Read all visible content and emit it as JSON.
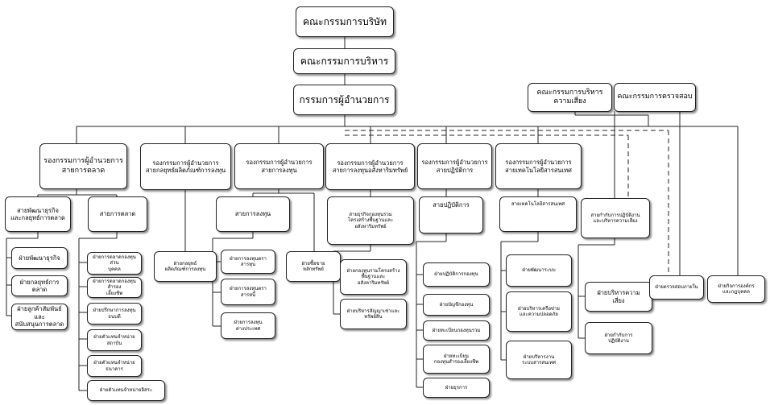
{
  "org": {
    "board": "คณะกรรมการบริษัท",
    "exec_committee": "คณะกรรมการบริหาร",
    "md": "กรรมการผู้อำนวยการ",
    "risk_committee": "คณะกรรมการบริหาร\nความเสี่ยง",
    "audit_committee": "คณะกรรมการตรวจสอบ",
    "compliance_risk_dept": "สายกำกับการปฏิบัติงาน\nและบริหารความเสี่ยง",
    "risk_mgmt_unit": "ฝ่ายบริหารความ\nเสี่ยง",
    "compliance_unit": "ฝ่ายกำกับการ\nปฏิบัติงาน",
    "internal_audit": "ฝ่ายตรวจสอบภายใน",
    "corporate_affairs": "ฝ่ายกิจการองค์กร\nและกฎบุคคล"
  },
  "columns": [
    {
      "deputy": "รองกรรมการผู้อำนวยการ\nสายการตลาด",
      "lines": [
        {
          "name": "สายพัฒนาธุรกิจ\nและกลยุทธ์การตลาด",
          "units": [
            "ฝ่ายพัฒนาธุรกิจ",
            "ฝ่ายกลยุทธ์การตลาด",
            "ฝ่ายลูกค้าสัมพันธ์และ\nสนับสนุนการตลาด"
          ]
        },
        {
          "name": "สายการตลาด",
          "units": [
            "ฝ่ายการตลาดกองทุนส่วน\nบุคคล",
            "ฝ่ายการตลาดกองทุนสำรอง\nเลี้ยงชีพ",
            "ฝ่ายปรึกษาการลงทุน\nธนบดี",
            "ฝ่ายตัวแทนจำหน่าย\nสถาบัน",
            "ฝ่ายตัวแทนจำหน่าย\nธนาคาร",
            "ฝ่ายตัวแทนจำหน่ายอิสระ"
          ]
        }
      ]
    },
    {
      "deputy": "รองกรรมการผู้อำนวยการ\nสายกลยุทธ์ผลิตภัณฑ์การลงทุน",
      "units": [
        "ฝ่ายกลยุทธ์\nผลิตภัณฑ์การลงทุน"
      ]
    },
    {
      "deputy": "รองกรรมการผู้อำนวยการ\nสายการลงทุน",
      "lines": [
        {
          "name": "สายการลงทุน",
          "units": [
            "ฝ่ายการลงทุนตรา\nสารทุน",
            "ฝ่ายการลงทุนตรา\nสารหนี้",
            "ฝ่ายการลงทุน\nต่างประเทศ"
          ]
        }
      ],
      "units": [
        "ฝ่ายซื้อขาย\nหลักทรัพย์"
      ]
    },
    {
      "deputy": "รองกรรมการผู้อำนวยการ\nสายการลงทุนอสังหาริมทรัพย์",
      "lines": [
        {
          "name": "สายธุรกิจกองทุนรวม\nโครงสร้างพื้นฐานและ\nอสังหาริมทรัพย์",
          "units": [
            "ฝ่ายกองทุนรวมโครงสร้าง\nพื้นฐานและ\nอสังหาริมทรัพย์",
            "ฝ่ายบริหารสัญญาเช่าและ\nทรัพย์สิน"
          ]
        }
      ]
    },
    {
      "deputy": "รองกรรมการผู้อำนวยการ\nสายปฏิบัติการ",
      "lines": [
        {
          "name": "สายปฏิบัติการ",
          "units": [
            "ฝ่ายปฏิบัติการกองทุน",
            "ฝ่ายบัญชีกองทุน",
            "ฝ่ายทะเบียนกองทุนรวม",
            "ฝ่ายทะเบียน\nกองทุนสำรองเลี้ยงชีพ",
            "ฝ่ายธุรการ"
          ]
        }
      ]
    },
    {
      "deputy": "รองกรรมการผู้อำนวยการ\nสายเทคโนโลยีสารสนเทศ",
      "lines": [
        {
          "name": "สายเทคโนโลยีสารสนเทศ",
          "units": [
            "ฝ่ายพัฒนาระบบ",
            "ฝ่ายบริหารเครือข่าย\nและความปลอดภัย",
            "ฝ่ายบริหารงาน\nระบบสารสนเทศ"
          ]
        }
      ]
    }
  ]
}
